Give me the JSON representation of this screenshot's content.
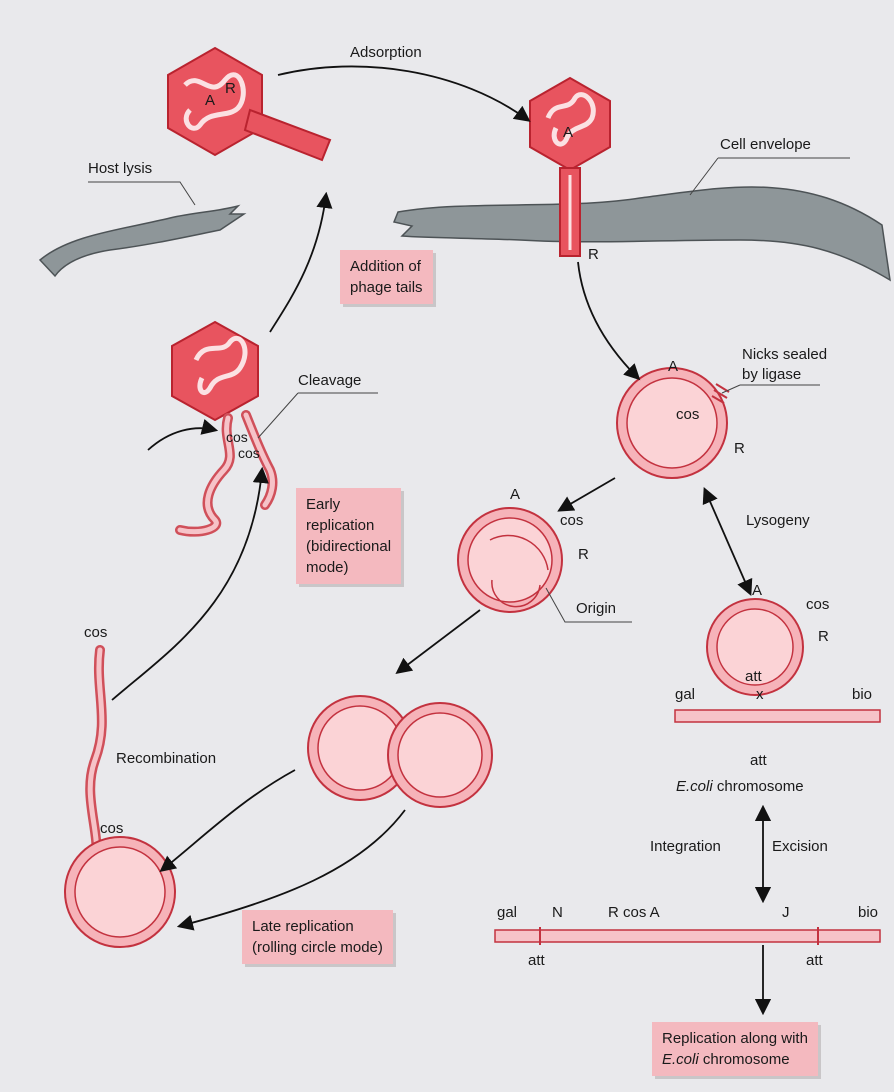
{
  "labels": {
    "adsorption": "Adsorption",
    "host_lysis": "Host lysis",
    "cell_envelope": "Cell envelope",
    "cleavage": "Cleavage",
    "cos1": "cos",
    "cos2": "cos",
    "head_a_top": "A",
    "head_r_top": "R",
    "injecting_a": "A",
    "injecting_r": "R",
    "nicks_1": "Nicks sealed",
    "nicks_2": "by ligase",
    "circle_a": "A",
    "circle_cos": "cos",
    "circle_r": "R",
    "lysogeny": "Lysogeny",
    "early_a": "A",
    "early_cos": "cos",
    "early_r": "R",
    "origin": "Origin",
    "lys_a": "A",
    "lys_cos": "cos",
    "lys_r": "R",
    "lys_att": "att",
    "gal": "gal",
    "x": "x",
    "bio": "bio",
    "att_under": "att",
    "ecoli": "E.coli",
    "chromosome": " chromosome",
    "integration": "Integration",
    "excision": "Excision",
    "int_gal": "gal",
    "int_n": "N",
    "int_rcosa": "R cos A",
    "int_j": "J",
    "int_bio": "bio",
    "int_att_left": "att",
    "int_att_right": "att",
    "cos_tail": "cos",
    "recombination": "Recombination",
    "cos_rolling": "cos"
  },
  "boxes": {
    "tails": [
      "Addition of",
      "phage tails"
    ],
    "early": [
      "Early",
      "replication",
      "(bidirectional",
      "mode)"
    ],
    "late": [
      "Late replication",
      "(rolling circle mode)"
    ],
    "final_1": "Replication along with",
    "final_ecoli": "E.coli",
    "final_2": " chromosome"
  },
  "colors": {
    "pink": "#f4a7ae",
    "red": "#d8313d",
    "gray": "#8e9699",
    "box": "#f4b9bf"
  }
}
